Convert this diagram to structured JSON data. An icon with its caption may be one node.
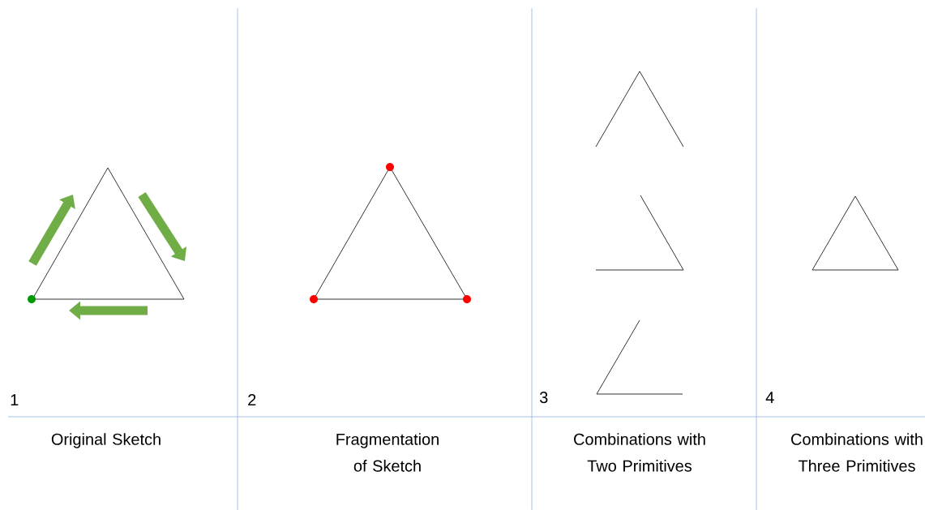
{
  "diagram": {
    "labels": [
      "1",
      "Original Sketch",
      "2",
      "Fragmentation of Sketch",
      "3",
      "Combinations with Two Primitives",
      "4",
      "Combinations with Three Primitives"
    ]
  }
}
